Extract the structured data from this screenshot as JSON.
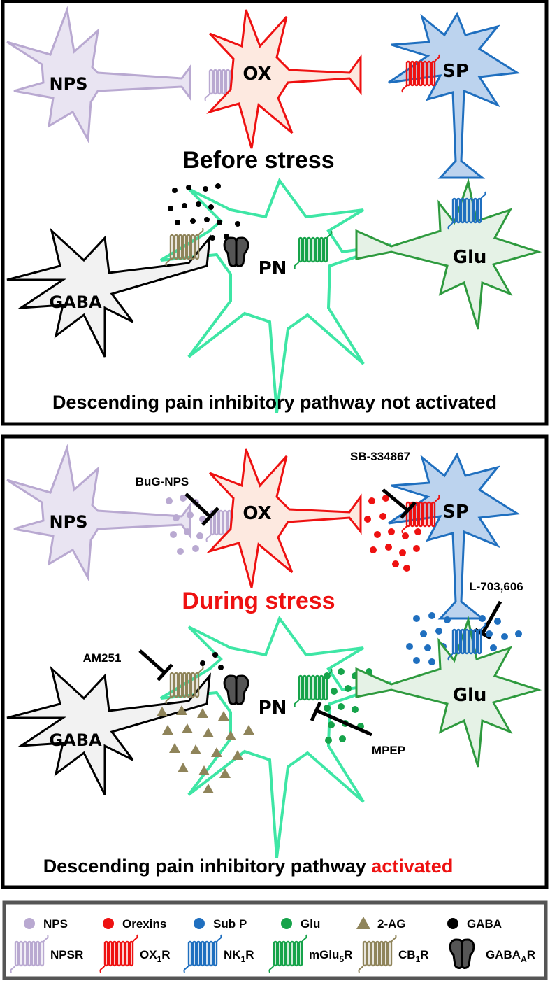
{
  "panels": {
    "before": {
      "title": "Before stress",
      "caption": "Descending pain inhibitory pathway not activated"
    },
    "during": {
      "title": "During stress",
      "caption_main": "Descending pain inhibitory pathway ",
      "caption_highlight": "activated"
    }
  },
  "cells": {
    "nps": "NPS",
    "ox": "OX",
    "sp": "SP",
    "pn": "PN",
    "glu": "Glu",
    "gaba": "GABA"
  },
  "drugs": {
    "bug_nps": "BuG-NPS",
    "sb": "SB-334867",
    "l703": "L-703,606",
    "am251": "AM251",
    "mpep": "MPEP"
  },
  "legend": {
    "ligands": [
      {
        "label": "NPS",
        "color": "#b9a9d1",
        "shape": "circle"
      },
      {
        "label": "Orexins",
        "color": "#ee1111",
        "shape": "circle"
      },
      {
        "label": "Sub P",
        "color": "#1f6fbf",
        "shape": "circle"
      },
      {
        "label": "Glu",
        "color": "#16a34a",
        "shape": "circle"
      },
      {
        "label": "2-AG",
        "color": "#8f845a",
        "shape": "triangle"
      },
      {
        "label": "GABA",
        "color": "#000000",
        "shape": "circle"
      }
    ],
    "receptors": [
      {
        "base": "NPSR",
        "sub": "",
        "tail": "",
        "color": "#b9a9d1",
        "icon": "gpcr-icon"
      },
      {
        "base": "OX",
        "sub": "1",
        "tail": "R",
        "color": "#ee1111",
        "icon": "gpcr-icon"
      },
      {
        "base": "NK",
        "sub": "1",
        "tail": "R",
        "color": "#1f6fbf",
        "icon": "gpcr-icon"
      },
      {
        "base": "mGlu",
        "sub": "5",
        "tail": "R",
        "color": "#16a34a",
        "icon": "gpcr-icon"
      },
      {
        "base": "CB",
        "sub": "1",
        "tail": "R",
        "color": "#8f845a",
        "icon": "gpcr-icon"
      },
      {
        "base": "GABA",
        "sub": "A",
        "tail": "R",
        "color": "#000000",
        "icon": "ion-channel-icon"
      }
    ]
  },
  "colors": {
    "nps_fill": "#e9e4f2",
    "nps_stroke": "#b9a9d1",
    "ox_fill": "#fde9e0",
    "ox_stroke": "#ee1111",
    "sp_fill": "#bcd3ee",
    "sp_stroke": "#1f6fbf",
    "glu_fill": "#e5f2e6",
    "glu_stroke": "#2e9a3e",
    "pn_stroke": "#3ee6a5",
    "gaba_fill": "#f2f2f2",
    "gaba_stroke": "#000000",
    "cb_color": "#8f845a",
    "highlight": "#ee1111"
  }
}
